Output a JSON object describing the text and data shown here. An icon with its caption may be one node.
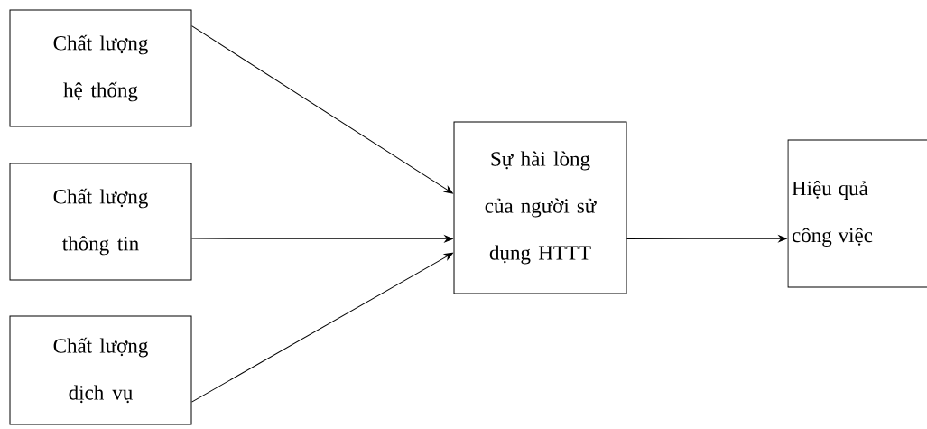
{
  "diagram": {
    "nodes": [
      {
        "text": [
          "Chất lượng hệ thống"
        ]
      },
      {
        "text": [
          "Chất lượng thông tin"
        ]
      },
      {
        "text": [
          "Chất lượng dịch vụ"
        ]
      },
      {
        "text": [
          "Sự hài lòng của người sử dụng HTTT"
        ]
      },
      {
        "text": [
          "Hiệu quả công việc"
        ]
      }
    ],
    "edges": [
      {
        "from": 0,
        "to": 3,
        "arrow": "to"
      },
      {
        "from": 1,
        "to": 3,
        "arrow": "to"
      },
      {
        "from": 2,
        "to": 3,
        "arrow": "to"
      },
      {
        "from": 3,
        "to": 4,
        "arrow": "to"
      }
    ]
  }
}
